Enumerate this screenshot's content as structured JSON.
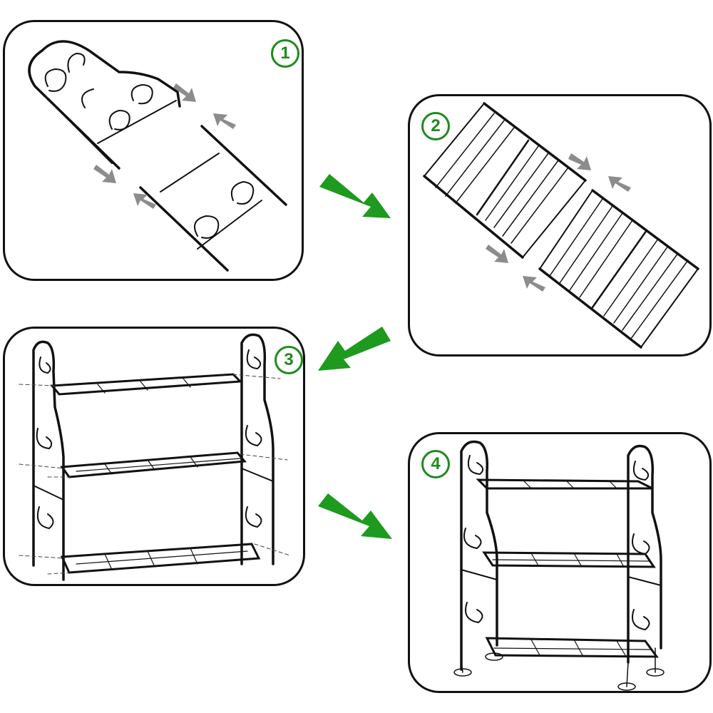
{
  "steps": [
    {
      "number": "1",
      "label": "step-1"
    },
    {
      "number": "2",
      "label": "step-2"
    },
    {
      "number": "3",
      "label": "step-3"
    },
    {
      "number": "4",
      "label": "step-4"
    }
  ],
  "colors": {
    "frame": "#111111",
    "step_green": "#1f8a1f",
    "arrow_green": "#1e9a1e",
    "hint_arrow": "#8c8c8c"
  },
  "icons": {
    "flow_arrow": "green-arrow-icon",
    "insert_hint": "grey-arrow-icon"
  }
}
